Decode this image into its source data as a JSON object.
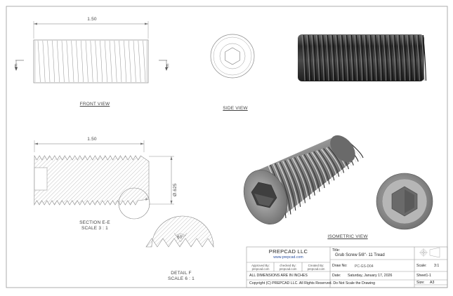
{
  "views": {
    "front": {
      "label": "FRONT VIEW",
      "dim_length": "1.50",
      "section_mark": "E"
    },
    "side": {
      "label": "SIDE VIEW"
    },
    "section": {
      "label": "SECTION E-E",
      "scale": "SCALE 3 : 1",
      "dim_length": "1.50",
      "dim_dia": "Ø.625",
      "detail_mark": "F"
    },
    "detail": {
      "label": "DETAIL F",
      "scale": "SCALE 6 : 1",
      "angle": "60°"
    },
    "isometric": {
      "label": "ISOMETRIC VIEW"
    }
  },
  "title_block": {
    "company": "PREPCAD LLC",
    "website": "www.prepcad.com",
    "approved_label": "Approved By:",
    "approved_value": "prepcad.com",
    "checked_label": "checked By:",
    "checked_value": "prepcad.com",
    "created_label": "Created By:",
    "created_value": "prepcad.com",
    "title_label": "Title:",
    "title_value": "Grub Screw 5/8\"- 11 Tread",
    "draw_no_label": "Draw No:",
    "draw_no_value": "PC-GS-D04",
    "date_label": "Date:",
    "date_value": "Saturday, January 17, 2026",
    "scale_label": "Scale:",
    "scale_value": "3:1",
    "sheet": "Sheet1-1",
    "size_label": "Size:",
    "size_value": "A3",
    "dims_note": "ALL DIMENSIONS ARE IN INCHES",
    "copyright": "Copyright (C)  PREPCAD LLC. All Rights Reserved. Do Not Scale the Drawing"
  },
  "colors": {
    "line": "#7a7a7a",
    "metal_dark": "#2b2b2b",
    "metal_mid": "#5a5a5a",
    "metal_light": "#9a9a9a"
  }
}
